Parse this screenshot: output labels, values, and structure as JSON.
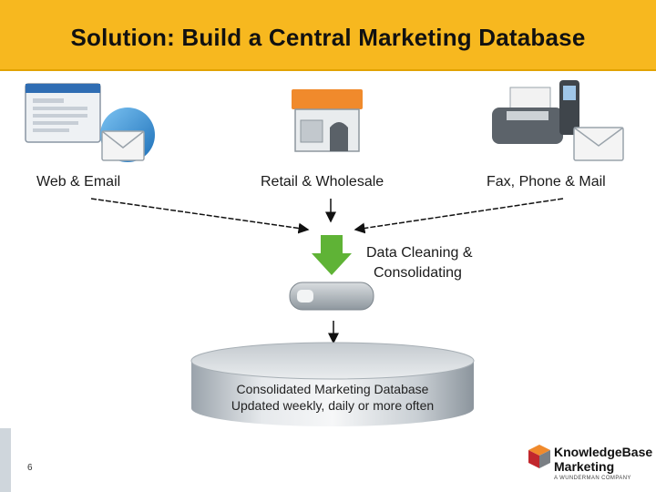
{
  "slide": {
    "title": "Solution: Build a Central Marketing Database",
    "page_number": "6"
  },
  "sources": [
    {
      "label": "Web & Email",
      "icon": "web-email-icon"
    },
    {
      "label": "Retail & Wholesale",
      "icon": "storefront-icon"
    },
    {
      "label": "Fax, Phone & Mail",
      "icon": "fax-phone-mail-icon"
    }
  ],
  "process": {
    "label_line1": "Data Cleaning &",
    "label_line2": "Consolidating",
    "icon": "download-drive-icon"
  },
  "database": {
    "line1": "Consolidated Marketing Database",
    "line2": "Updated weekly, daily or more often"
  },
  "logo": {
    "line1": "KnowledgeBase",
    "line2": "Marketing",
    "tagline": "A WUNDERMAN COMPANY"
  },
  "colors": {
    "header": "#f7b81f",
    "arrow_green": "#5fb336",
    "envelope_blue": "#2f8fd8",
    "store_orange": "#f08a2c"
  }
}
